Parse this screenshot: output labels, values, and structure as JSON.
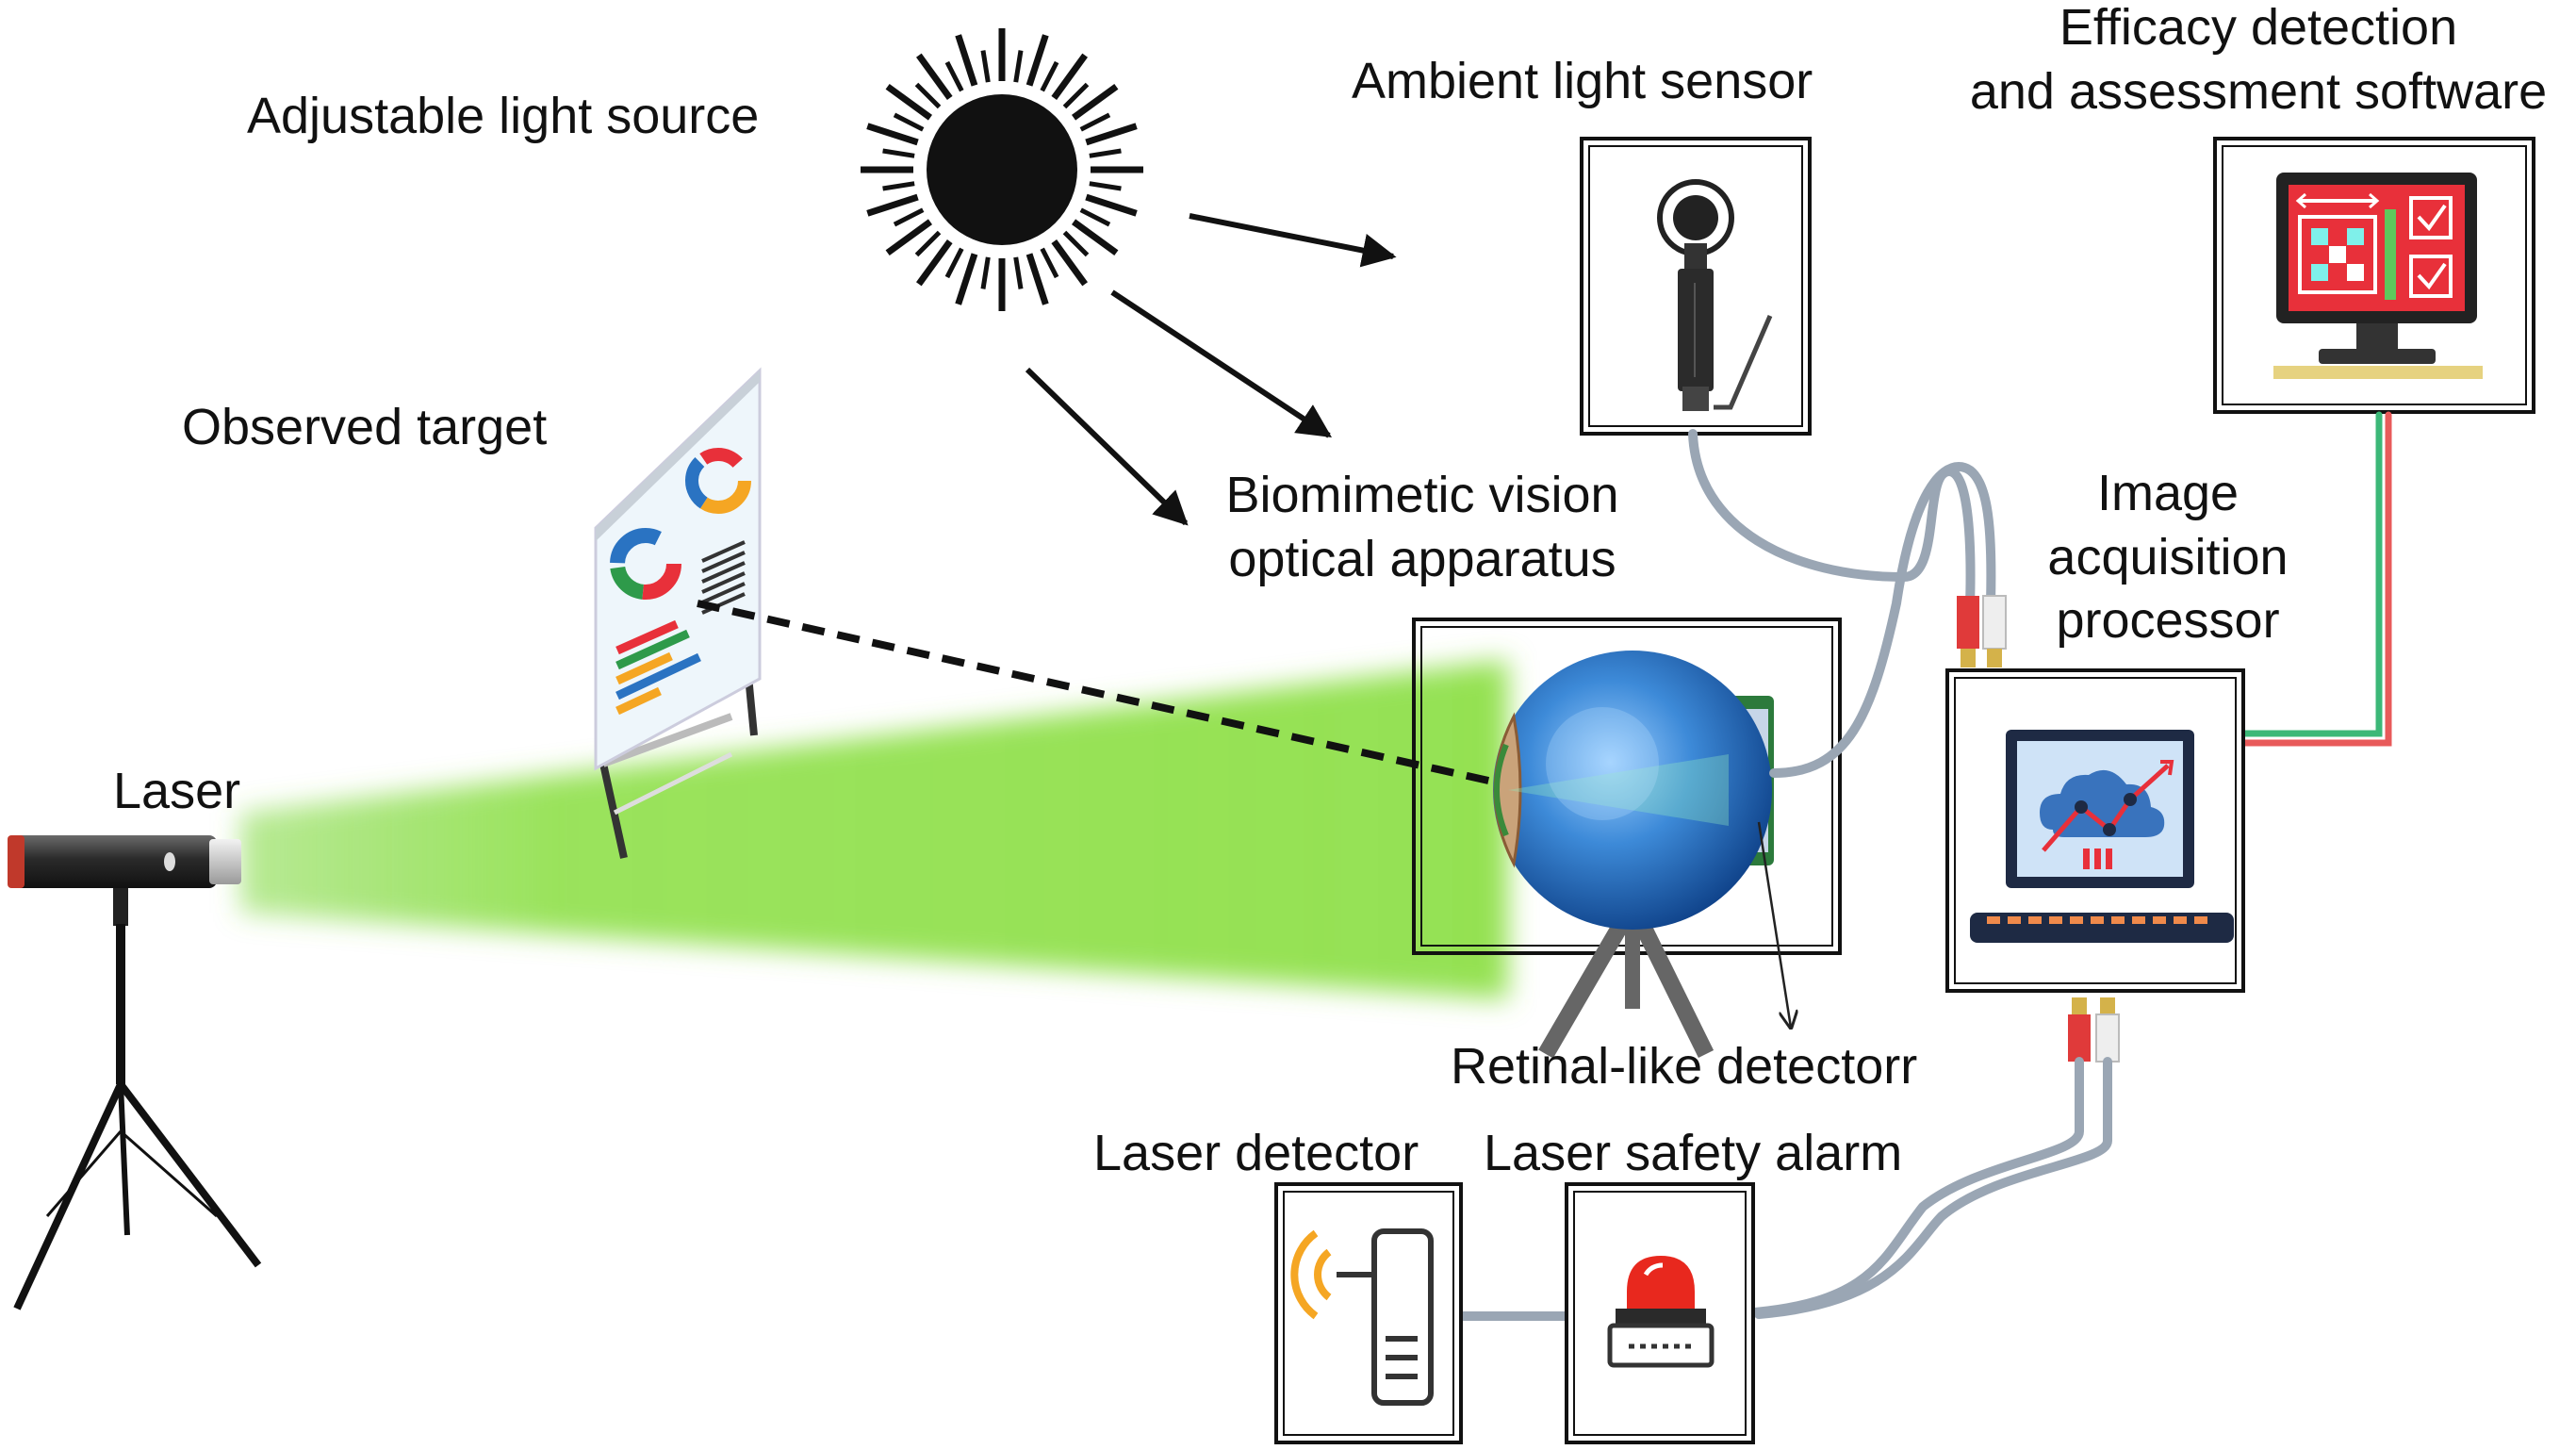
{
  "labels": {
    "adjustable_light_source": "Adjustable light source",
    "ambient_light_sensor": "Ambient light sensor",
    "efficacy_line1": "Efficacy detection",
    "efficacy_line2": "and assessment software",
    "observed_target": "Observed target",
    "biomimetic_line1": "Biomimetic vision",
    "biomimetic_line2": "optical apparatus",
    "image_acq_line1": "Image",
    "image_acq_line2": "acquisition",
    "image_acq_line3": "processor",
    "laser": "Laser",
    "retinal_detector": "Retinal-like detectorr",
    "laser_detector": "Laser detector",
    "laser_safety_alarm": "Laser safety alarm"
  },
  "colors": {
    "beam_green": "#8fe04a",
    "cable_gray": "#9aa6b4",
    "cable_red": "#e85a5a",
    "cable_green": "#3cb878",
    "monitor_red": "#e8303a",
    "accent_orange": "#f5a623",
    "eye_blue": "#2a73c2",
    "alarm_red": "#e8281e",
    "screen_blue": "#1e5fb3"
  },
  "icons": {
    "light_source": "sun-icon",
    "sensor": "ambient-light-sensor-icon",
    "software": "monitor-software-icon",
    "target": "whiteboard-chart-icon",
    "eye": "biomimetic-eye-icon",
    "processor": "laptop-chart-icon",
    "laser": "laser-on-tripod-icon",
    "laser_detector": "wireless-detector-icon",
    "alarm": "siren-alarm-icon"
  }
}
